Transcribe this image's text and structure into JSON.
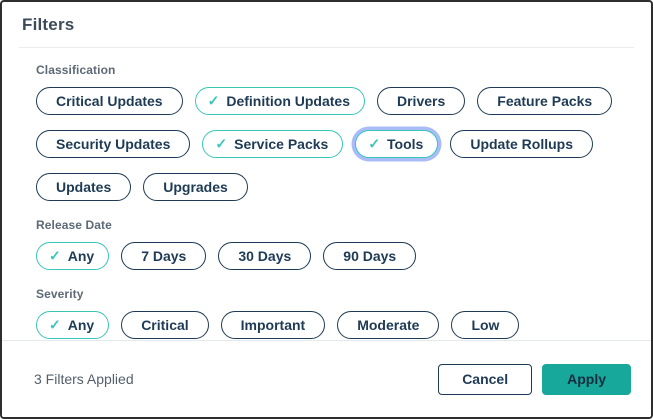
{
  "title": "Filters",
  "icons": {
    "check": "✓"
  },
  "colors": {
    "navy": "#1E3A54",
    "teal": "#39C6B9",
    "focus_ring": "#A9BCF8",
    "apply_bg": "#17A79B",
    "apply_text": "#152C3E"
  },
  "sections": [
    {
      "label": "Classification",
      "options": [
        {
          "label": "Critical Updates",
          "checked": false
        },
        {
          "label": "Definition Updates",
          "checked": true
        },
        {
          "label": "Drivers",
          "checked": false
        },
        {
          "label": "Feature Packs",
          "checked": false
        },
        {
          "label": "Security Updates",
          "checked": false
        },
        {
          "label": "Service Packs",
          "checked": true
        },
        {
          "label": "Tools",
          "checked": true,
          "focused": true
        },
        {
          "label": "Update Rollups",
          "checked": false
        },
        {
          "label": "Updates",
          "checked": false
        },
        {
          "label": "Upgrades",
          "checked": false
        }
      ]
    },
    {
      "label": "Release Date",
      "options": [
        {
          "label": "Any",
          "checked": true
        },
        {
          "label": "7 Days",
          "checked": false
        },
        {
          "label": "30 Days",
          "checked": false
        },
        {
          "label": "90 Days",
          "checked": false
        }
      ]
    },
    {
      "label": "Severity",
      "options": [
        {
          "label": "Any",
          "checked": true
        },
        {
          "label": "Critical",
          "checked": false
        },
        {
          "label": "Important",
          "checked": false
        },
        {
          "label": "Moderate",
          "checked": false
        },
        {
          "label": "Low",
          "checked": false
        }
      ]
    }
  ],
  "footer": {
    "status": "3 Filters Applied",
    "cancel_label": "Cancel",
    "apply_label": "Apply"
  }
}
